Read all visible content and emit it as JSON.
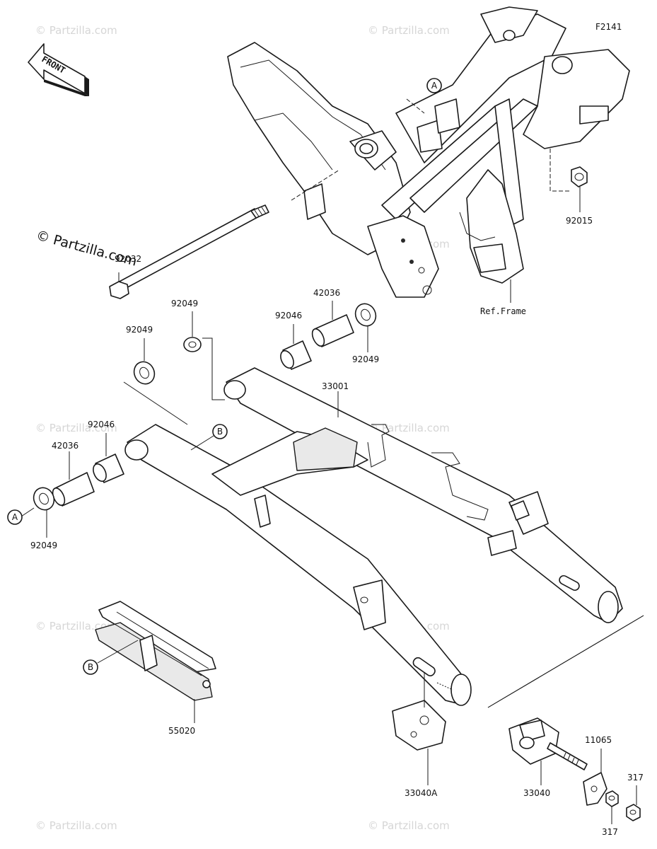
{
  "diagram": {
    "figure_code": "F2141",
    "front_arrow_label": "FRONT",
    "watermark_text": "© Partzilla.com",
    "ref_label": "Ref.Frame",
    "callouts": {
      "a_top": "A",
      "a_left": "A",
      "b_upper": "B",
      "b_lower": "B"
    },
    "parts": {
      "p92015": "92015",
      "p92032": "92032",
      "p92049_a": "92049",
      "p92049_b": "92049",
      "p92049_c": "92049",
      "p92049_d": "92049",
      "p92046_a": "92046",
      "p92046_b": "92046",
      "p42036_a": "42036",
      "p42036_b": "42036",
      "p33001": "33001",
      "p55020": "55020",
      "p33040A": "33040A",
      "p33040": "33040",
      "p11065": "11065",
      "p317_a": "317",
      "p317_b": "317"
    }
  }
}
